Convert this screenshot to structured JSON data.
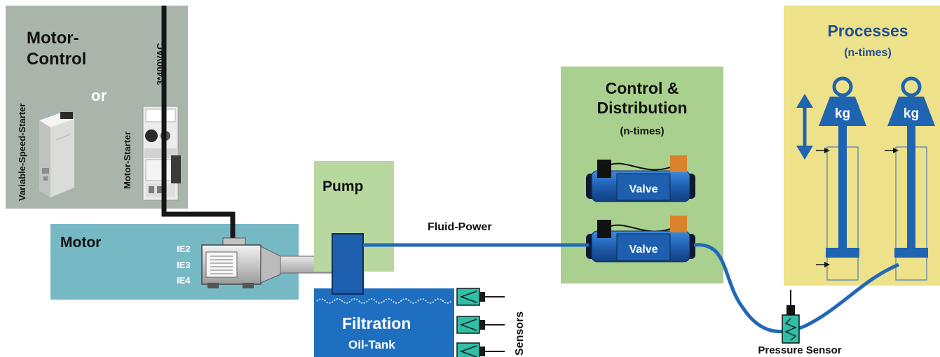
{
  "motor_control": {
    "title_line1": "Motor-",
    "title_line2": "Control",
    "or_label": "or",
    "voltage_label": "3*400VAC",
    "vss_label": "Variable-Speed-Starter",
    "ms_label": "Motor-Starter"
  },
  "motor": {
    "title": "Motor",
    "efficiency_classes": [
      "IE2",
      "IE3",
      "IE4"
    ]
  },
  "pump": {
    "title": "Pump"
  },
  "fluid_power_label": "Fluid-Power",
  "tank": {
    "title": "Filtration",
    "subtitle": "Oil-Tank"
  },
  "sensors_label": "Sensors",
  "distribution": {
    "title_line1": "Control &",
    "title_line2": "Distribution",
    "note": "(n-times)",
    "valve_label": "Valve"
  },
  "processes": {
    "title": "Processes",
    "note": "(n-times)",
    "weight_label": "kg"
  },
  "pressure_sensor_label": "Pressure Sensor",
  "colors": {
    "motor_control_bg": "#a9b5aa",
    "motor_bg": "#77b8c5",
    "pump_bg": "#b8d8a0",
    "distribution_bg": "#a9d08e",
    "processes_bg": "#ede18a",
    "tank_blue": "#1f6fc1",
    "line_blue": "#2268b8",
    "weight_blue": "#1f64b0",
    "sensor_teal": "#2fbfa9"
  }
}
